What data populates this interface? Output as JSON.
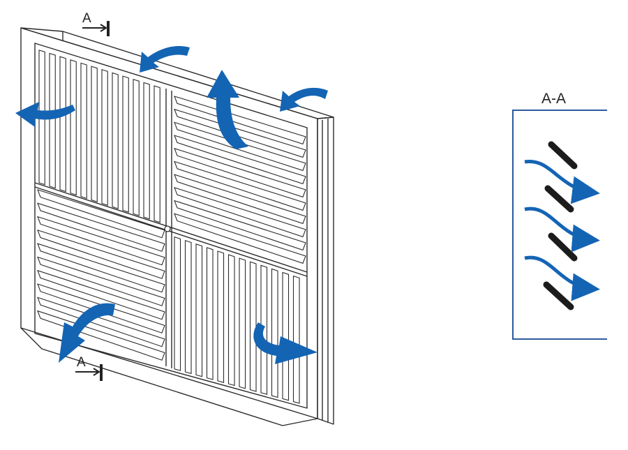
{
  "section_marker_top": "A",
  "section_marker_bottom": "A",
  "section_view_title": "A-A",
  "colors": {
    "airflow": "#1464b4",
    "line": "#2b2b2b",
    "blade_section": "#1c1c1c",
    "section_border": "#2a5aa0"
  },
  "icons": {
    "airflow_arrow": "curved-arrow-icon",
    "section_arrow": "section-cut-arrow-icon"
  }
}
